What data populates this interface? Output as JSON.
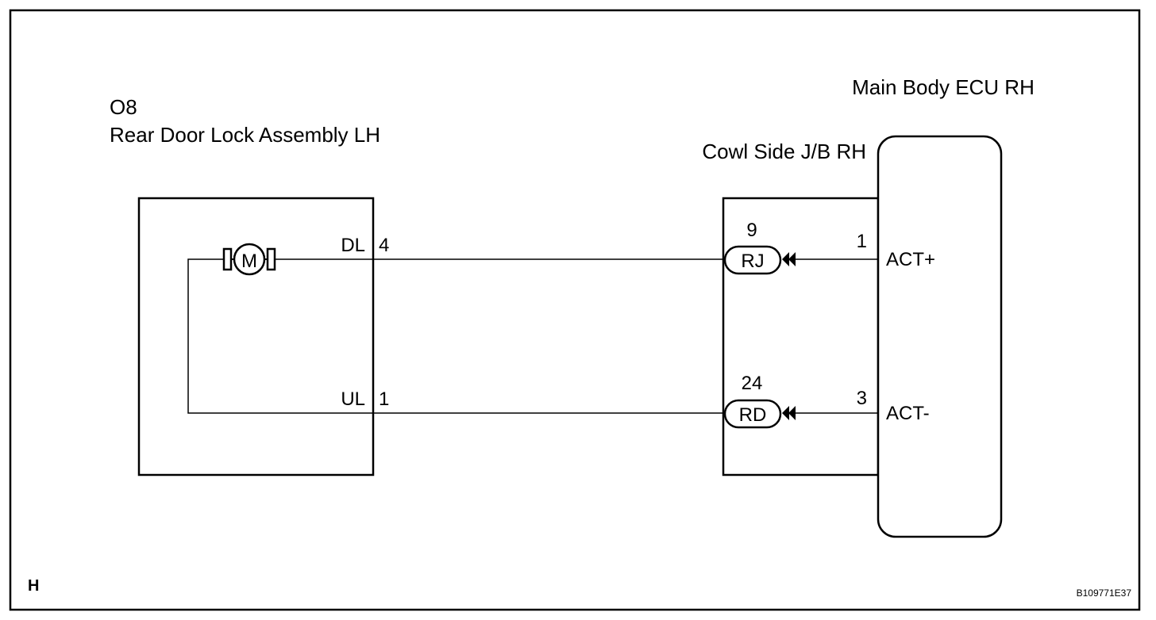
{
  "lock_assembly": {
    "code": "O8",
    "name": "Rear Door Lock Assembly LH",
    "motor_label": "M",
    "terminals": [
      {
        "name": "DL",
        "pin": "4"
      },
      {
        "name": "UL",
        "pin": "1"
      }
    ]
  },
  "junction_block": {
    "name": "Cowl Side J/B RH",
    "connectors": [
      {
        "pin": "9",
        "connector": "RJ"
      },
      {
        "pin": "24",
        "connector": "RD"
      }
    ]
  },
  "ecu": {
    "name": "Main Body ECU RH",
    "terminals": [
      {
        "pin": "1",
        "name": "ACT+"
      },
      {
        "pin": "3",
        "name": "ACT-"
      }
    ]
  },
  "footer": {
    "letter": "H",
    "figure_id": "B109771E37"
  }
}
